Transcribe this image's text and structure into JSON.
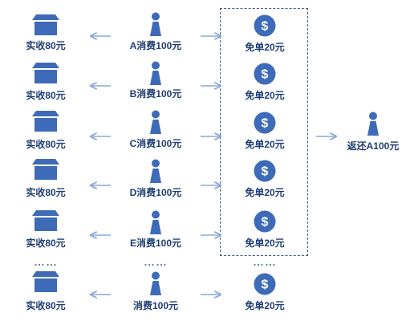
{
  "colors": {
    "icon": "#3e6bb8",
    "text": "#1f3e73",
    "arrow": "#8aa8d8",
    "box_border": "#3d5a80"
  },
  "rows": [
    {
      "shop_label": "实收80元",
      "customer_label": "A消费100元",
      "coupon_label": "免单20元"
    },
    {
      "shop_label": "实收80元",
      "customer_label": "B消费100元",
      "coupon_label": "免单20元"
    },
    {
      "shop_label": "实收80元",
      "customer_label": "C消费100元",
      "coupon_label": "免单20元"
    },
    {
      "shop_label": "实收80元",
      "customer_label": "D消费100元",
      "coupon_label": "免单20元"
    },
    {
      "shop_label": "实收80元",
      "customer_label": "E消费100元",
      "coupon_label": "免单20元"
    }
  ],
  "ellipsis": "……",
  "last_row": {
    "shop_label": "实收80元",
    "customer_label": "消费100元",
    "coupon_label": "免单20元"
  },
  "refund_label": "返还A100元",
  "icons": {
    "shop": "shop-icon",
    "person": "person-icon",
    "coin": "dollar-coin-icon"
  },
  "coin_symbol": "$"
}
